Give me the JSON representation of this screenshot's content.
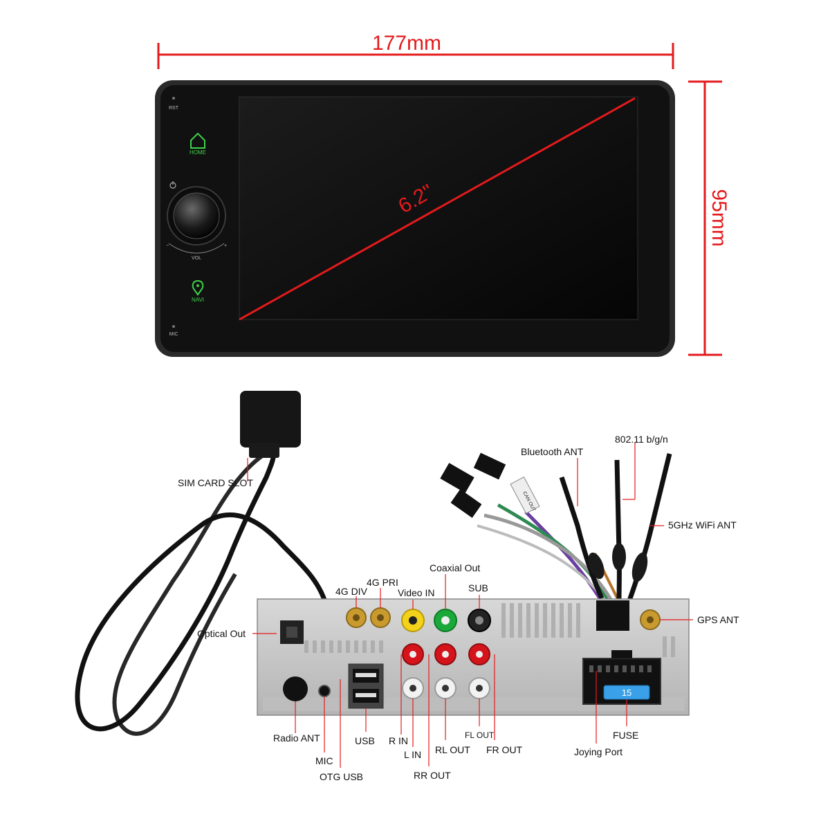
{
  "dimensions": {
    "width": "177mm",
    "height": "95mm",
    "diagonal": "6.2\""
  },
  "panel": {
    "rst_label": "RST",
    "home_label": "HOME",
    "vol_label": "VOL",
    "navi_label": "NAVI",
    "mic_label": "MIC"
  },
  "labels": {
    "sim_card_slot": "SIM CARD SLOT",
    "bluetooth_ant": "Bluetooth ANT",
    "wifi_802": "802.11 b/g/n",
    "wifi_5ghz": "5GHz WiFi ANT",
    "coaxial_out": "Coaxial Out",
    "fourg_pri": "4G PRI",
    "fourg_div": "4G DIV",
    "video_in": "Video IN",
    "sub": "SUB",
    "gps_ant": "GPS ANT",
    "optical_out": "Optical Out",
    "radio_ant": "Radio ANT",
    "mic": "MIC",
    "otg_usb": "OTG USB",
    "usb": "USB",
    "r_in": "R IN",
    "l_in": "L IN",
    "rl_out": "RL OUT",
    "rr_out": "RR OUT",
    "fl_out": "FL OUT",
    "fr_out": "FR OUT",
    "fuse": "FUSE",
    "joying_port": "Joying Port",
    "can_out": "CAN OUT",
    "fuse_value": "15"
  },
  "colors": {
    "dimension": "#e41a1c",
    "screen": "#0a0a0a",
    "bezel": "#1a1a1a",
    "chassis": "#c9c9c9",
    "rca_yellow": "#f2d21b",
    "rca_green": "#1aa83a",
    "rca_red": "#d4141a",
    "rca_white": "#f2f2f2",
    "gold": "#c99a2e",
    "fuse_blue": "#3aa0e8",
    "icon_green": "#3fd24a"
  }
}
